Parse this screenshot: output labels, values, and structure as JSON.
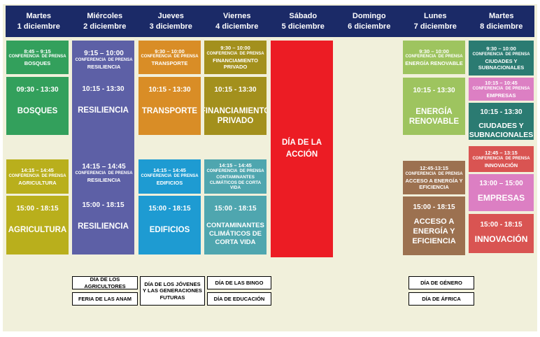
{
  "header": {
    "days": [
      {
        "weekday": "Martes",
        "date": "1 diciembre"
      },
      {
        "weekday": "Miércoles",
        "date": "2 diciembre"
      },
      {
        "weekday": "Jueves",
        "date": "3 diciembre"
      },
      {
        "weekday": "Viernes",
        "date": "4 diciembre"
      },
      {
        "weekday": "Sábado",
        "date": "5 diciembre"
      },
      {
        "weekday": "Domingo",
        "date": "6 diciembre"
      },
      {
        "weekday": "Lunes",
        "date": "7 diciembre"
      },
      {
        "weekday": "Martes",
        "date": "8 diciembre"
      }
    ]
  },
  "labels": {
    "conference": "CONFERENCIA  DE PRENSA"
  },
  "colors": {
    "background": "#F1F0DB",
    "header_bg": "#1B2A67",
    "bosques": "#33A05C",
    "agricultura": "#B9AF1C",
    "resiliencia": "#5D60A6",
    "transporte": "#D98D26",
    "edificios": "#1E9BD2",
    "financiamiento": "#A3901D",
    "contaminantes": "#4FA6AF",
    "accion": "#EC1C24",
    "renovable": "#9EC45F",
    "acceso": "#9C7150",
    "ciudades": "#2B7B72",
    "empresas": "#DC7FC3",
    "innovacion": "#D95452"
  },
  "events": {
    "bosques_conf": {
      "time": "8:45 – 9:15",
      "topic": "BOSQUES"
    },
    "bosques_main": {
      "time": "09:30 - 13:30",
      "topic": "BOSQUES"
    },
    "agricultura_conf": {
      "time": "14:15 – 14:45",
      "topic": "AGRICULTURA"
    },
    "agricultura_main": {
      "time": "15:00 - 18:15",
      "topic": "AGRICULTURA"
    },
    "resiliencia_conf_am": {
      "time": "9:15 – 10:00",
      "topic": "RESILIENCIA"
    },
    "resiliencia_main_am": {
      "time": "10:15 - 13:30",
      "topic": "RESILIENCIA"
    },
    "resiliencia_conf_pm": {
      "time": "14:15 – 14:45",
      "topic": "RESILIENCIA"
    },
    "resiliencia_main_pm": {
      "time": "15:00 - 18:15",
      "topic": "RESILIENCIA"
    },
    "transporte_conf": {
      "time": "9:30 – 10:00",
      "topic": "TRANSPORTE"
    },
    "transporte_main": {
      "time": "10:15 - 13:30",
      "topic": "TRANSPORTE"
    },
    "edificios_conf": {
      "time": "14:15 – 14:45",
      "topic": "EDIFICIOS"
    },
    "edificios_main": {
      "time": "15:00 - 18:15",
      "topic": "EDIFICIOS"
    },
    "financiamiento_conf": {
      "time": "9:30 – 10:00",
      "topic": "FINANCIAMIENTO PRIVADO"
    },
    "financiamiento_main": {
      "time": "10:15 - 13:30",
      "topic": "FINANCIAMIENTO PRIVADO"
    },
    "contaminantes_conf": {
      "time": "14:15 – 14:45",
      "topic": "CONTAMINANTES CLIMÁTICOS DE CORTA VIDA"
    },
    "contaminantes_main": {
      "time": "15:00 - 18:15",
      "topic": "CONTAMINANTES CLIMÁTICOS DE CORTA VIDA"
    },
    "accion": {
      "topic": "DÍA DE LA ACCIÓN"
    },
    "renovable_conf": {
      "time": "9:30 – 10:00",
      "topic": "ENERGÍA RENOVABLE"
    },
    "renovable_main": {
      "time": "10:15 - 13:30",
      "topic": "ENERGÍA RENOVABLE"
    },
    "acceso_conf": {
      "time": "12:45-13:15",
      "topic": "ACCESO A ENERGÍA Y EFICIENCIA"
    },
    "acceso_main": {
      "time": "15:00 - 18:15",
      "topic": "ACCESO A ENERGÍA Y EFICIENCIA"
    },
    "ciudades_conf": {
      "time": "9:30 – 10:00",
      "topic": "CIUDADES Y SUBNACIONALES"
    },
    "empresas_conf": {
      "time": "10:15 – 10:45",
      "topic": "EMPRESAS"
    },
    "ciudades_main": {
      "time": "10:15 - 13:30",
      "topic": "CIUDADES Y SUBNACIONALES"
    },
    "innovacion_conf": {
      "time": "12:45 – 13:15",
      "topic": "INNOVACIÓN"
    },
    "empresas_main": {
      "time": "13:00 – 15:00",
      "topic": "EMPRESAS"
    },
    "innovacion_main": {
      "time": "15:00 - 18:15",
      "topic": "INNOVACIÓN"
    }
  },
  "special_days": {
    "agricultores": "DÍA DE LOS AGRICULTORES",
    "feria_anam": "FERIA DE LAS ANAM",
    "jovenes": "DÍA DE LOS JÓVENES Y LAS GENERACIONES FUTURAS",
    "bingo": "DÍA DE LAS BINGO",
    "educacion": "DÍA DE EDUCACIÓN",
    "genero": "DÍA DE GÉNERO",
    "africa": "DÍA DE ÁFRICA"
  }
}
